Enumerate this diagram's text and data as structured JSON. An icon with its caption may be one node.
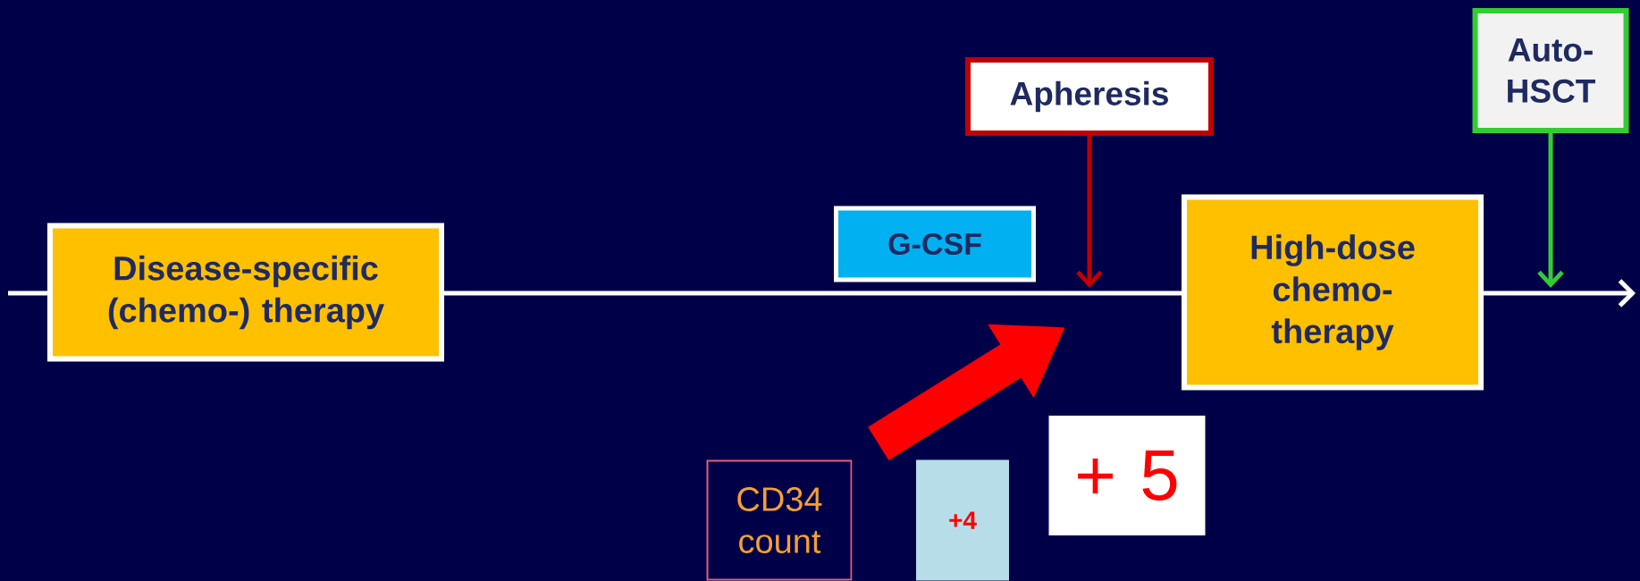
{
  "diagram": {
    "nodes": [
      {
        "text": [
          "Disease-specific (chemo-) therapy"
        ]
      },
      {
        "text": [
          "Apheresis"
        ]
      },
      {
        "text": [
          "G-CSF"
        ]
      },
      {
        "text": [
          "High-dose chemo- therapy"
        ]
      },
      {
        "text": [
          "Auto- HSCT"
        ]
      },
      {
        "text": [
          "CD34 count"
        ]
      },
      {
        "text": [
          "+4"
        ]
      },
      {
        "text": [
          "+ 5"
        ]
      }
    ],
    "edges": [
      {
        "from": 1,
        "to": null,
        "arrow": "to",
        "color": "#c00000"
      },
      {
        "from": 4,
        "to": null,
        "arrow": "to",
        "color": "#33cc33"
      },
      {
        "from": 6,
        "to": null,
        "arrow": "to",
        "style": "thick",
        "color": "#ff0000"
      }
    ]
  }
}
